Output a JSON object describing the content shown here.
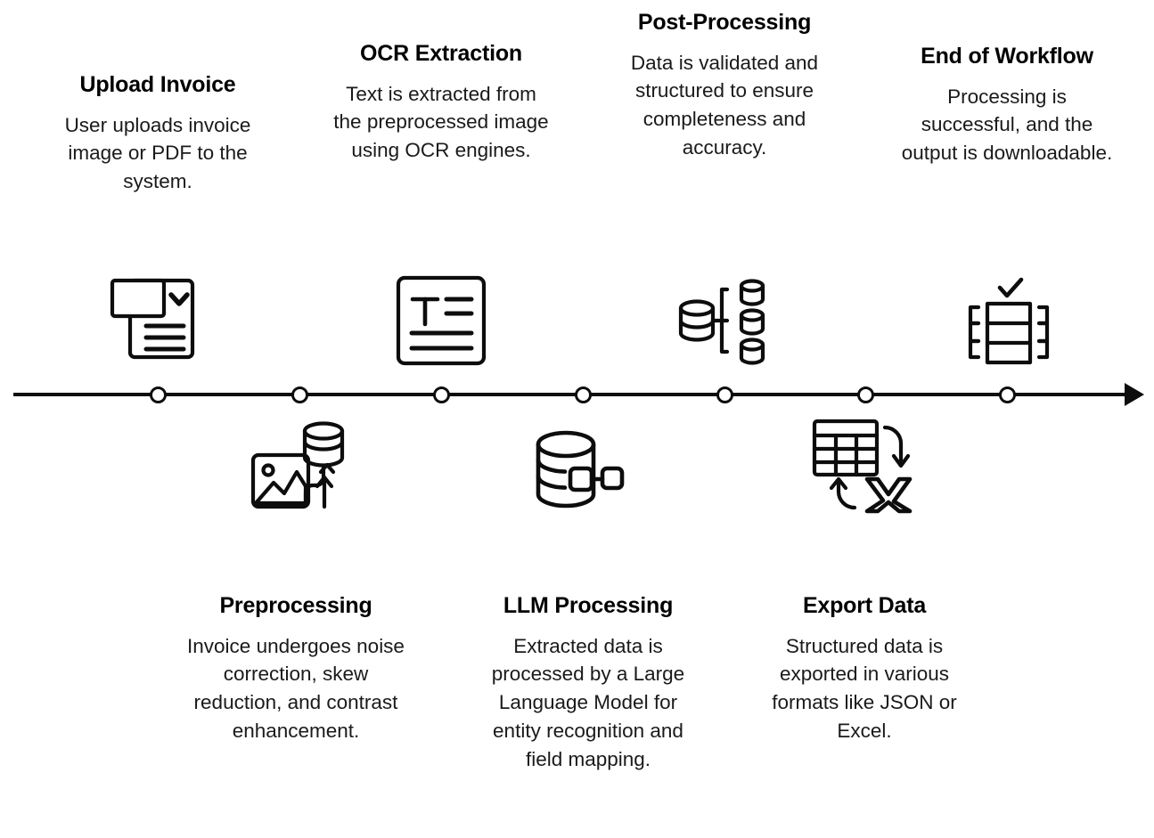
{
  "diagram": {
    "type": "horizontal-timeline",
    "orientation": "left-to-right",
    "background_color": "#ffffff",
    "line_color": "#0d0d0d",
    "text_color": "#121212",
    "node_count": 7,
    "steps": [
      {
        "index": 1,
        "title": "Upload Invoice",
        "description": "User uploads invoice image or PDF to the system.",
        "side": "above",
        "icon": "document-upload-icon"
      },
      {
        "index": 2,
        "title": "Preprocessing",
        "description": "Invoice undergoes noise correction, skew reduction, and contrast enhancement.",
        "side": "below",
        "icon": "image-to-database-icon"
      },
      {
        "index": 3,
        "title": "OCR Extraction",
        "description": "Text is extracted from the preprocessed image using OCR engines.",
        "side": "above",
        "icon": "text-document-icon"
      },
      {
        "index": 4,
        "title": "LLM Processing",
        "description": "Extracted data is processed by a Large Language Model for entity recognition and field mapping.",
        "side": "below",
        "icon": "database-nodes-icon"
      },
      {
        "index": 5,
        "title": "Post-Processing",
        "description": "Data is validated and structured to ensure completeness and accuracy.",
        "side": "above",
        "icon": "database-branch-icon"
      },
      {
        "index": 6,
        "title": "Export Data",
        "description": "Structured data is exported in various formats like JSON or Excel.",
        "side": "below",
        "icon": "table-excel-sync-icon"
      },
      {
        "index": 7,
        "title": "End of Workflow",
        "description": "Processing is successful, and the output is downloadable.",
        "side": "above",
        "icon": "table-check-icon"
      }
    ]
  }
}
